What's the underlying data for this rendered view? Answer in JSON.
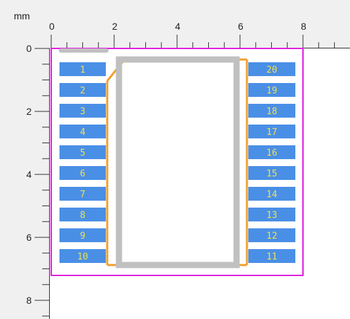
{
  "ruler": {
    "unit": "mm",
    "top_labels": [
      "0",
      "2",
      "4",
      "6",
      "8"
    ],
    "left_labels": [
      "0",
      "2",
      "4",
      "6",
      "8"
    ]
  },
  "pins_left": [
    "1",
    "2",
    "3",
    "4",
    "5",
    "6",
    "7",
    "8",
    "9",
    "10"
  ],
  "pins_right": [
    "20",
    "19",
    "18",
    "17",
    "16",
    "15",
    "14",
    "13",
    "12",
    "11"
  ],
  "colors": {
    "ruler_bg": "#f0f0f0",
    "pad_fill": "#4a8fe6",
    "pad_text": "#f0e050",
    "courtyard": "#e020e0",
    "silkscreen": "#c0c0c0",
    "fab_outline": "#f0a030"
  }
}
